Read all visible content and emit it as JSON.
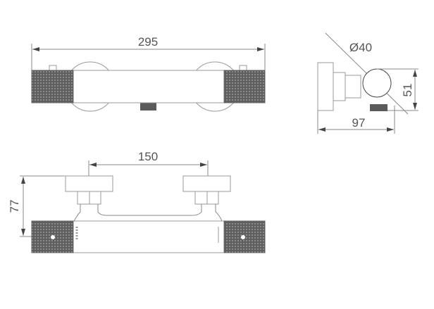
{
  "drawing": {
    "top_view": {
      "width_label": "295"
    },
    "side_view": {
      "diameter_label": "Ø40",
      "height_label": "51",
      "depth_label": "97"
    },
    "front_view": {
      "spacing_label": "150",
      "height_label": "77"
    }
  },
  "colors": {
    "line": "#888888",
    "knurl": "#5a5a5a",
    "text": "#555555"
  }
}
